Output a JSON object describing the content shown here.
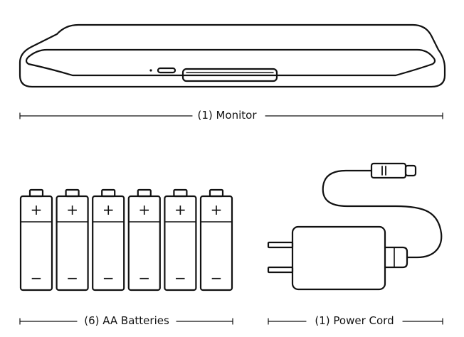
{
  "labels": {
    "monitor": "(1) Monitor",
    "batteries": "(6) AA Batteries",
    "power_cord": "(1) Power Cord"
  },
  "battery_symbols": {
    "positive": "+",
    "negative": "−"
  },
  "battery_count": 6,
  "colors": {
    "stroke": "#111111",
    "background": "#ffffff"
  }
}
